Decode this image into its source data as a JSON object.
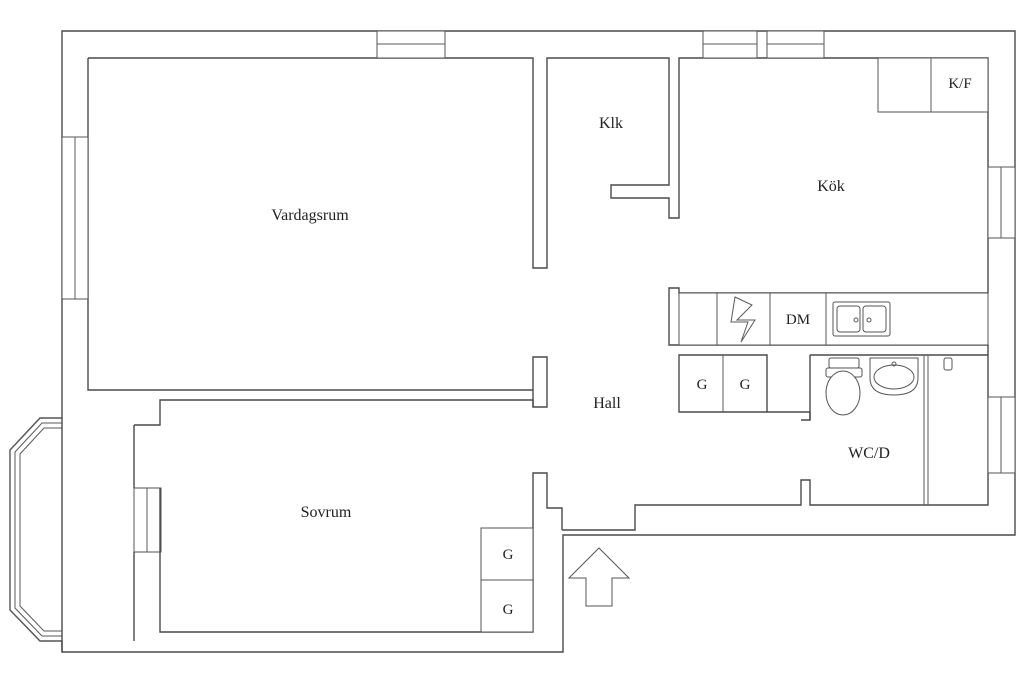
{
  "rooms": {
    "vardagsrum": "Vardagsrum",
    "klk": "Klk",
    "kok": "Kök",
    "kf": "K/F",
    "dm": "DM",
    "hall": "Hall",
    "wcd": "WC/D",
    "sovrum": "Sovrum"
  },
  "closets": {
    "hall_left": "G",
    "hall_right": "G",
    "sovrum_top": "G",
    "sovrum_bottom": "G"
  }
}
